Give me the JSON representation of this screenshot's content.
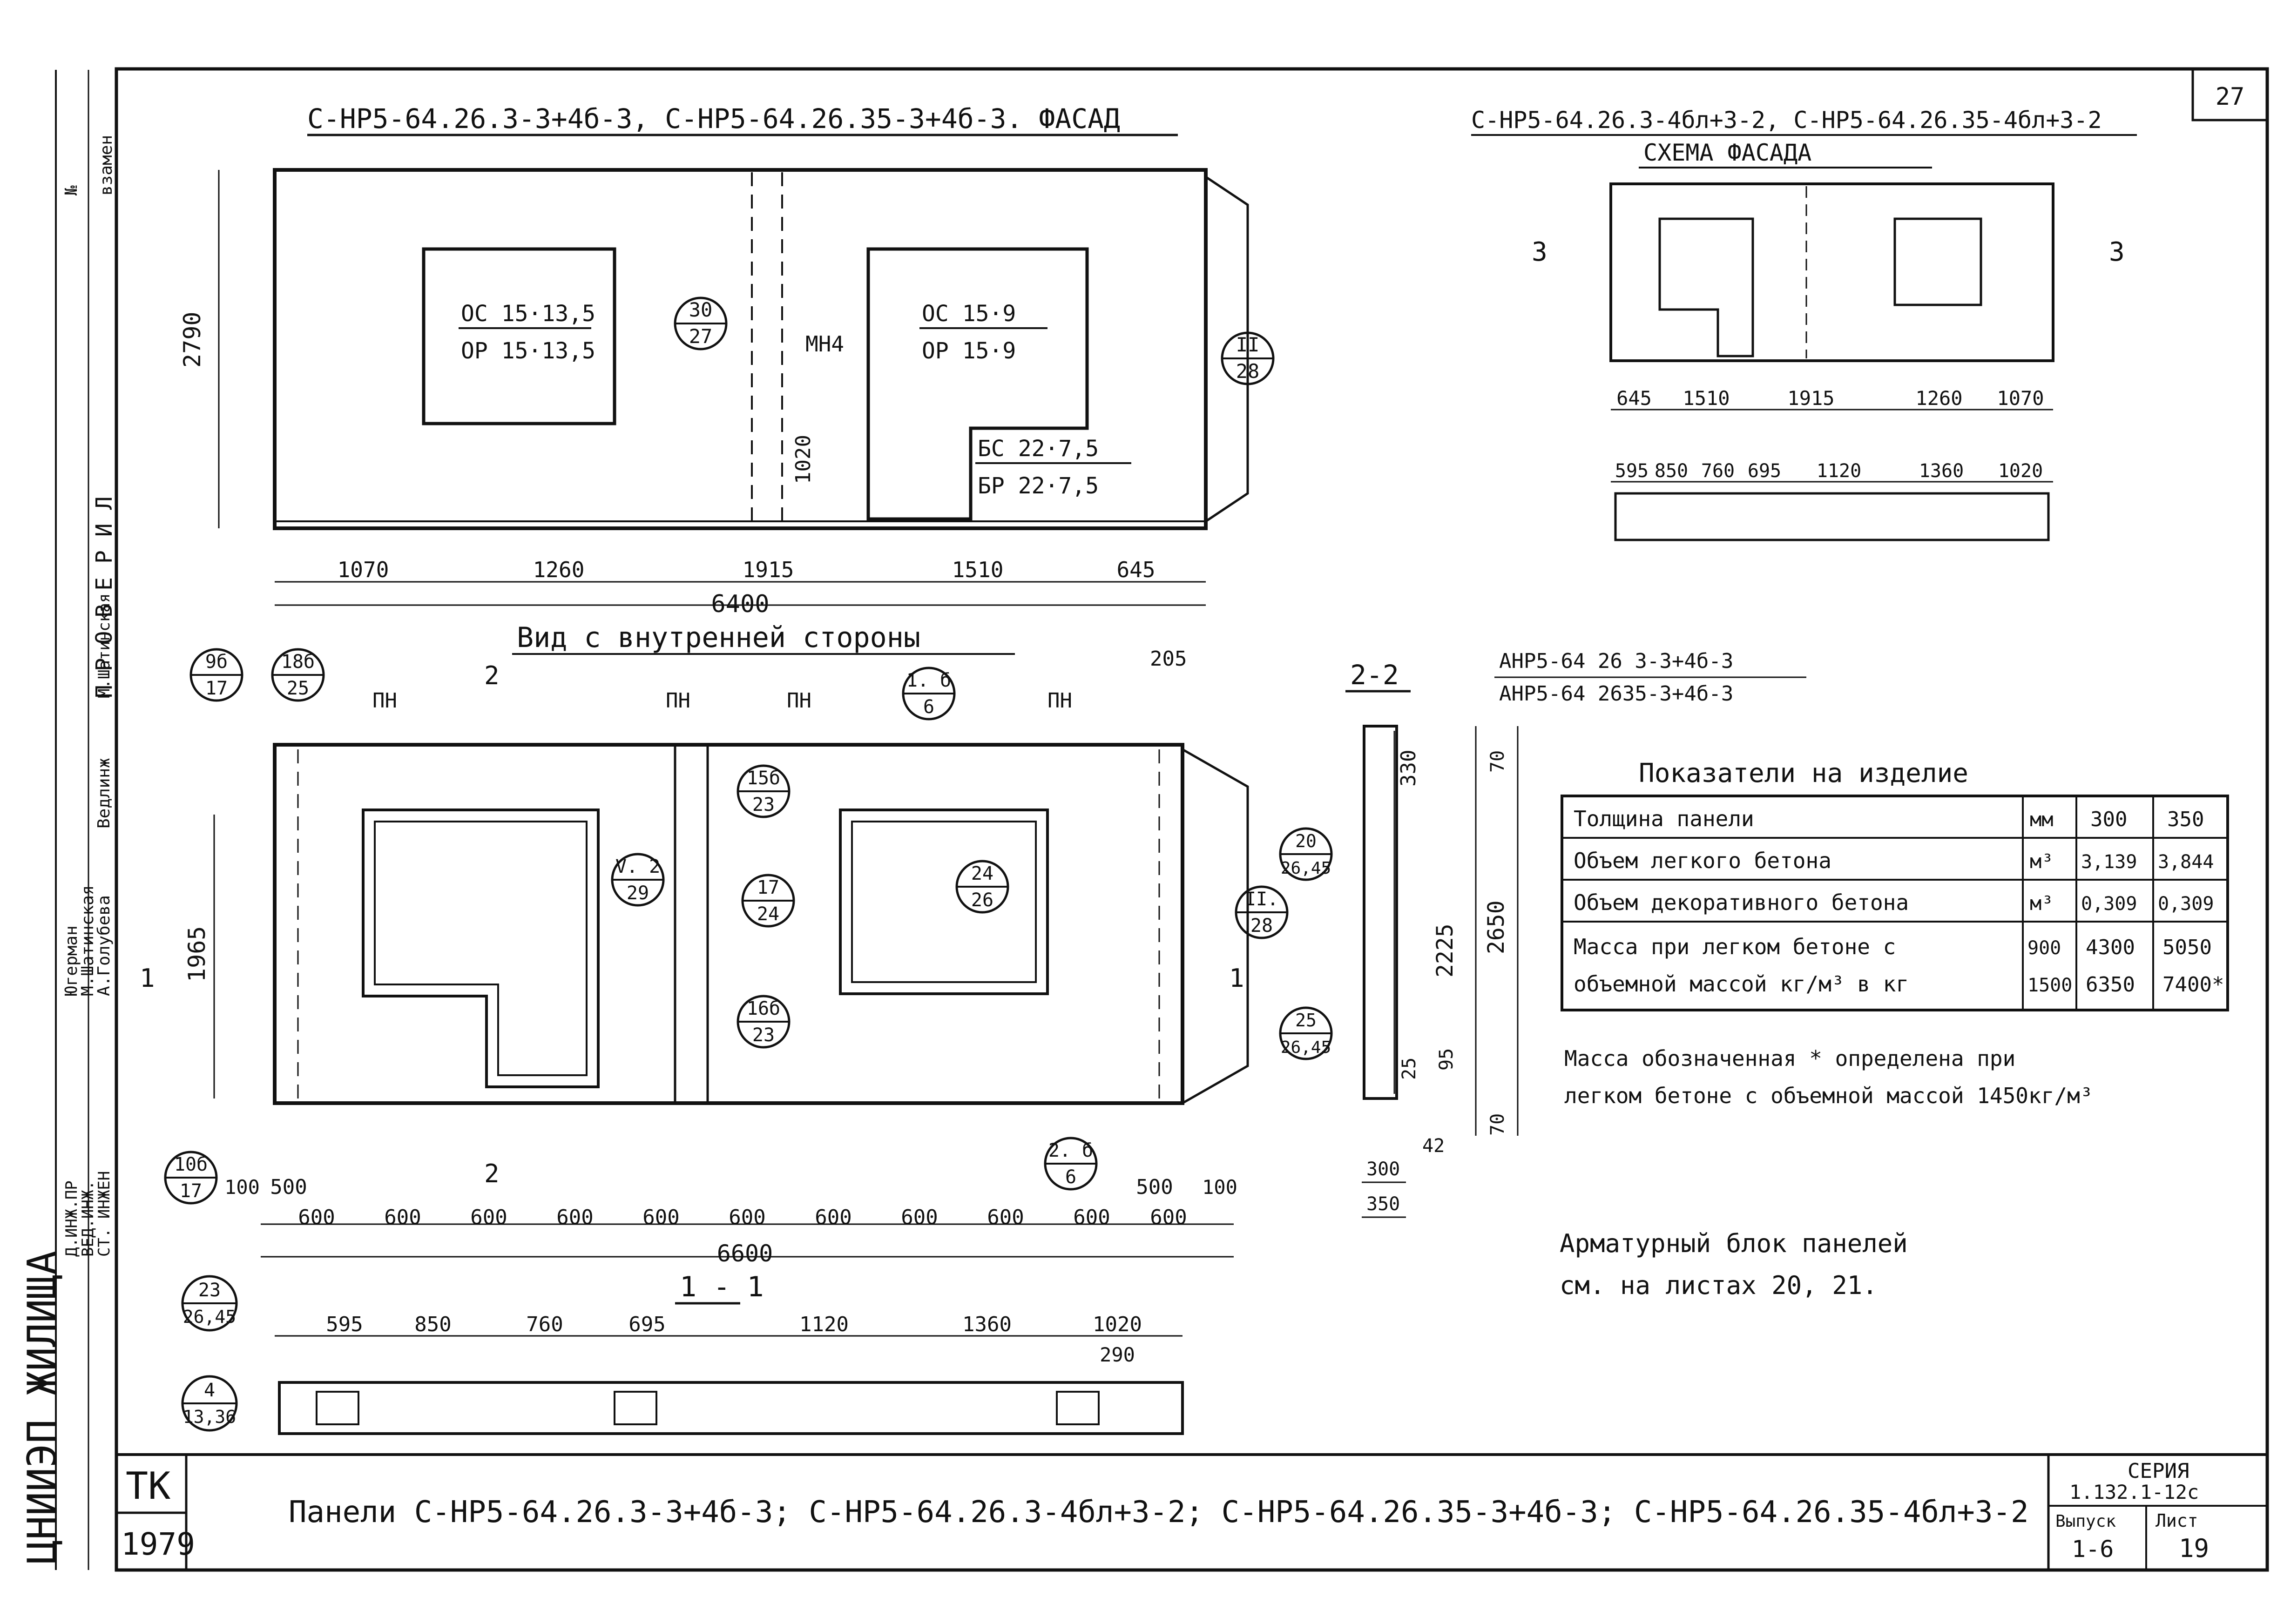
{
  "sheet_number": "27",
  "facade": {
    "title": "С-НР5-64.26.3-3+4б-3, С-НР5-64.26.35-3+4б-3. ФАСАД",
    "height_dim": "2790",
    "window_left": [
      "ОС 15·13,5",
      "ОР 15·13,5"
    ],
    "window_right": [
      "ОС 15·9",
      "ОР 15·9"
    ],
    "door": [
      "БС 22·7,5",
      "БР 22·7,5"
    ],
    "callout_30_27": [
      "30",
      "27"
    ],
    "mh4": "МН4",
    "dim_1020": "1020",
    "callout_ii_28": [
      "II",
      "28"
    ],
    "bottom_dims": [
      "1070",
      "1260",
      "1915",
      "1510",
      "645"
    ],
    "overall": "6400"
  },
  "inside": {
    "title": "Вид с внутренней стороны",
    "labels_pn": [
      "ПН",
      "ПН",
      "ПН",
      "ПН"
    ],
    "dim_205": "205",
    "height_dim": "1965",
    "callouts": {
      "c9b": [
        "9б",
        "17"
      ],
      "c18b": [
        "18б",
        "25"
      ],
      "c1b": [
        "1. б",
        "6"
      ],
      "c15b": [
        "15б",
        "23"
      ],
      "cV2": [
        "V. 2",
        "29"
      ],
      "c17": [
        "17",
        "24"
      ],
      "c24": [
        "24",
        "26"
      ],
      "c16b": [
        "16б",
        "23"
      ],
      "cII": [
        "II.",
        "28"
      ],
      "c10b": [
        "10б",
        "17"
      ],
      "c2b": [
        "2. б",
        "6"
      ]
    },
    "sec2": "2",
    "sec1": "1",
    "dim_100": "100",
    "dim_500": "500",
    "step_600": "600",
    "overall": "6600"
  },
  "section11": {
    "title": "1 - 1",
    "callout_23": [
      "23",
      "26,45"
    ],
    "callout_4": [
      "4",
      "13,36"
    ],
    "dims": [
      "595",
      "850",
      "760",
      "695",
      "1120",
      "1360",
      "1020"
    ],
    "dim_290": "290"
  },
  "scheme": {
    "title": "С-НР5-64.26.3-4бл+3-2, С-НР5-64.26.35-4бл+3-2",
    "subtitle": "СХЕМА ФАСАДА",
    "sec3": "3",
    "dims_top": [
      "645",
      "1510",
      "1915",
      "1260",
      "1070"
    ],
    "dims_bottom": [
      "595",
      "850",
      "760",
      "695",
      "1120",
      "1360",
      "1020"
    ]
  },
  "section22": {
    "title": "2-2",
    "mark1": "АНР5-64 26 3-3+4б-3",
    "mark2": "АНР5-64 2635-3+4б-3",
    "callout_20": [
      "20",
      "26,45"
    ],
    "callout_25": [
      "25",
      "26,45"
    ],
    "dims_v": [
      "330",
      "70",
      "2225",
      "2650",
      "95",
      "25",
      "70"
    ],
    "dims_h": [
      "42",
      "300",
      "350"
    ]
  },
  "indicators": {
    "title": "Показатели на изделие",
    "rows": [
      {
        "name": "Толщина панели",
        "unit": "мм",
        "a": "300",
        "b": "350"
      },
      {
        "name": "Объем легкого бетона",
        "unit": "м³",
        "a": "3,139",
        "b": "3,844"
      },
      {
        "name": "Объем декоративного бетона",
        "unit": "м³",
        "a": "0,309",
        "b": "0,309"
      }
    ],
    "mass_line1": "Масса при легком бетоне с",
    "mass_line2": "объемной массой кг/м³ в кг",
    "mass_d1": "900",
    "mass_a1": "4300",
    "mass_b1": "5050",
    "mass_d2": "1500",
    "mass_a2": "6350",
    "mass_b2": "7400*",
    "note1": "Масса обозначенная * определена при",
    "note2": "легком бетоне с объемной массой 1450кг/м³",
    "arm1": "Арматурный блок панелей",
    "arm2": "см. на листах 20, 21."
  },
  "stamp": {
    "org": "ТК",
    "year": "1979",
    "title": "Панели  С-НР5-64.26.3-3+4б-3; С-НР5-64.26.3-4бл+3-2; С-НР5-64.26.35-3+4б-3; С-НР5-64.26.35-4бл+3-2",
    "series_label": "СЕРИЯ",
    "series_value": "1.132.1-12с",
    "issue_label": "Выпуск",
    "issue_value": "1-6",
    "sheet_label": "Лист",
    "sheet_value": "19"
  },
  "side": {
    "no": "№",
    "vzamen": "взамен",
    "proveril": "П Р О В Е Р И Л",
    "names": [
      "Югерман",
      "М.Шатинская",
      "А.Голубева",
      "Ведлинж",
      "М.Шатинская"
    ],
    "roles": [
      "Д.ИНЖ.ПР",
      "ВЕД.ИНЖ.",
      "СТ. ИНЖЕН"
    ],
    "org_vertical": "ЦНИИЭП ЖИЛИЩА"
  }
}
